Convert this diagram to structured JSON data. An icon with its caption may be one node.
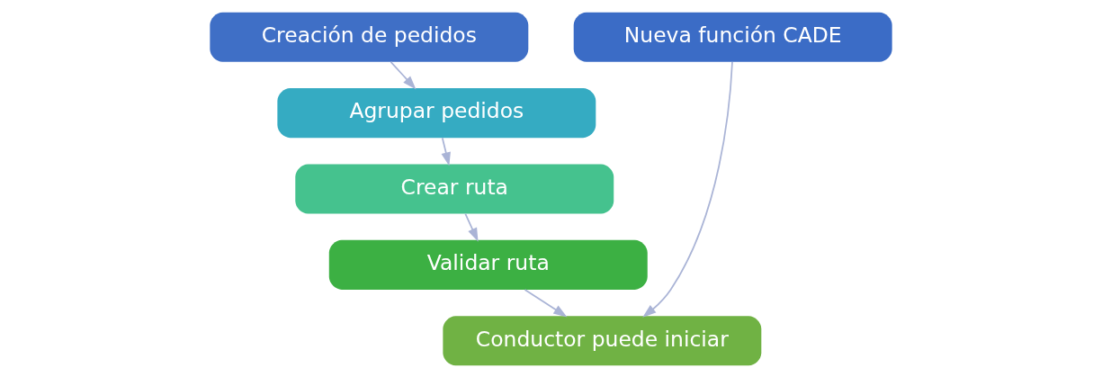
{
  "diagram": {
    "nodes": [
      {
        "text": [
          "Creación de pedidos"
        ]
      },
      {
        "text": [
          "Agrupar pedidos"
        ]
      },
      {
        "text": [
          "Crear ruta"
        ]
      },
      {
        "text": [
          "Validar ruta"
        ]
      },
      {
        "text": [
          "Conductor puede iniciar"
        ]
      },
      {
        "text": [
          "Nueva función CADE"
        ]
      }
    ],
    "edges": [
      {
        "from": 0,
        "to": 1,
        "arrow": "to"
      },
      {
        "from": 1,
        "to": 2,
        "arrow": "to"
      },
      {
        "from": 2,
        "to": 3,
        "arrow": "to"
      },
      {
        "from": 3,
        "to": 4,
        "arrow": "to"
      },
      {
        "from": 5,
        "to": 4,
        "arrow": "to"
      }
    ]
  }
}
